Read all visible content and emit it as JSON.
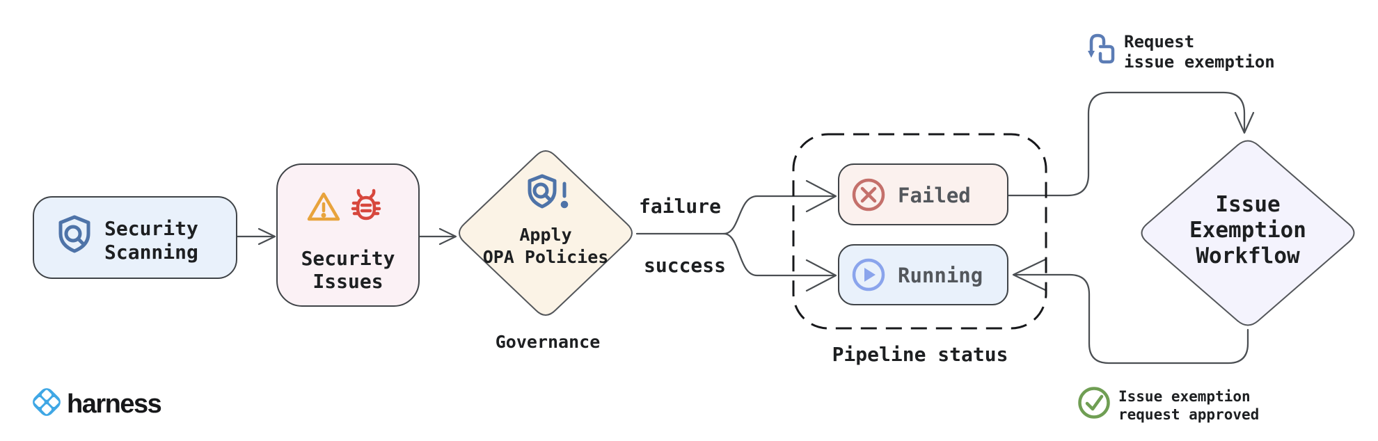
{
  "diagram": {
    "nodes": {
      "security_scanning": {
        "lines": [
          "Security",
          "Scanning"
        ],
        "fill": "#e9f1fb",
        "icon": "shield-search-icon"
      },
      "security_issues": {
        "lines": [
          "Security",
          "Issues"
        ],
        "fill": "#fbf1f5",
        "icons": [
          "warning-icon",
          "bug-icon"
        ]
      },
      "apply_opa": {
        "lines": [
          "Apply",
          "OPA Policies"
        ],
        "caption": "Governance",
        "fill": "#fbf3e6",
        "icon": "shield-alert-icon"
      },
      "failed": {
        "label": "Failed",
        "fill": "#fbf1ee",
        "icon": "circle-x-icon"
      },
      "running": {
        "label": "Running",
        "fill": "#e9f1fb",
        "icon": "circle-play-icon"
      },
      "issue_exemption": {
        "lines": [
          "Issue",
          "Exemption",
          "Workflow"
        ],
        "fill": "#f4f3fd"
      }
    },
    "group": {
      "pipeline_status": "Pipeline status"
    },
    "edge_labels": {
      "failure": "failure",
      "success": "success",
      "request": {
        "lines": [
          "Request",
          "issue exemption"
        ],
        "icon": "tap-icon"
      },
      "approved": {
        "lines": [
          "Issue exemption",
          "request approved"
        ],
        "icon": "check-circle-icon"
      }
    },
    "colors": {
      "node_border": "#3f4347",
      "edge": "#4a4e52",
      "dashed_group": "#17181b",
      "scanning_fill": "#e9f1fb",
      "issues_fill": "#fbf1f5",
      "governance_fill": "#fbf3e6",
      "failed_fill": "#fbf1ee",
      "running_fill": "#e9f1fb",
      "workflow_fill": "#f4f3fd",
      "shield_blue": "#4e73a8",
      "warning_orange": "#e8a33c",
      "bug_red": "#d7473d",
      "failed_icon_red": "#c4706b",
      "running_icon_blue": "#8aa4ec",
      "tap_blue": "#5b7cb5",
      "check_green": "#6f9e53",
      "harness_blue": "#3fa7e5",
      "text_dark": "#1d1f21",
      "text_gray": "#53575c"
    }
  },
  "footer": {
    "brand": "harness"
  }
}
